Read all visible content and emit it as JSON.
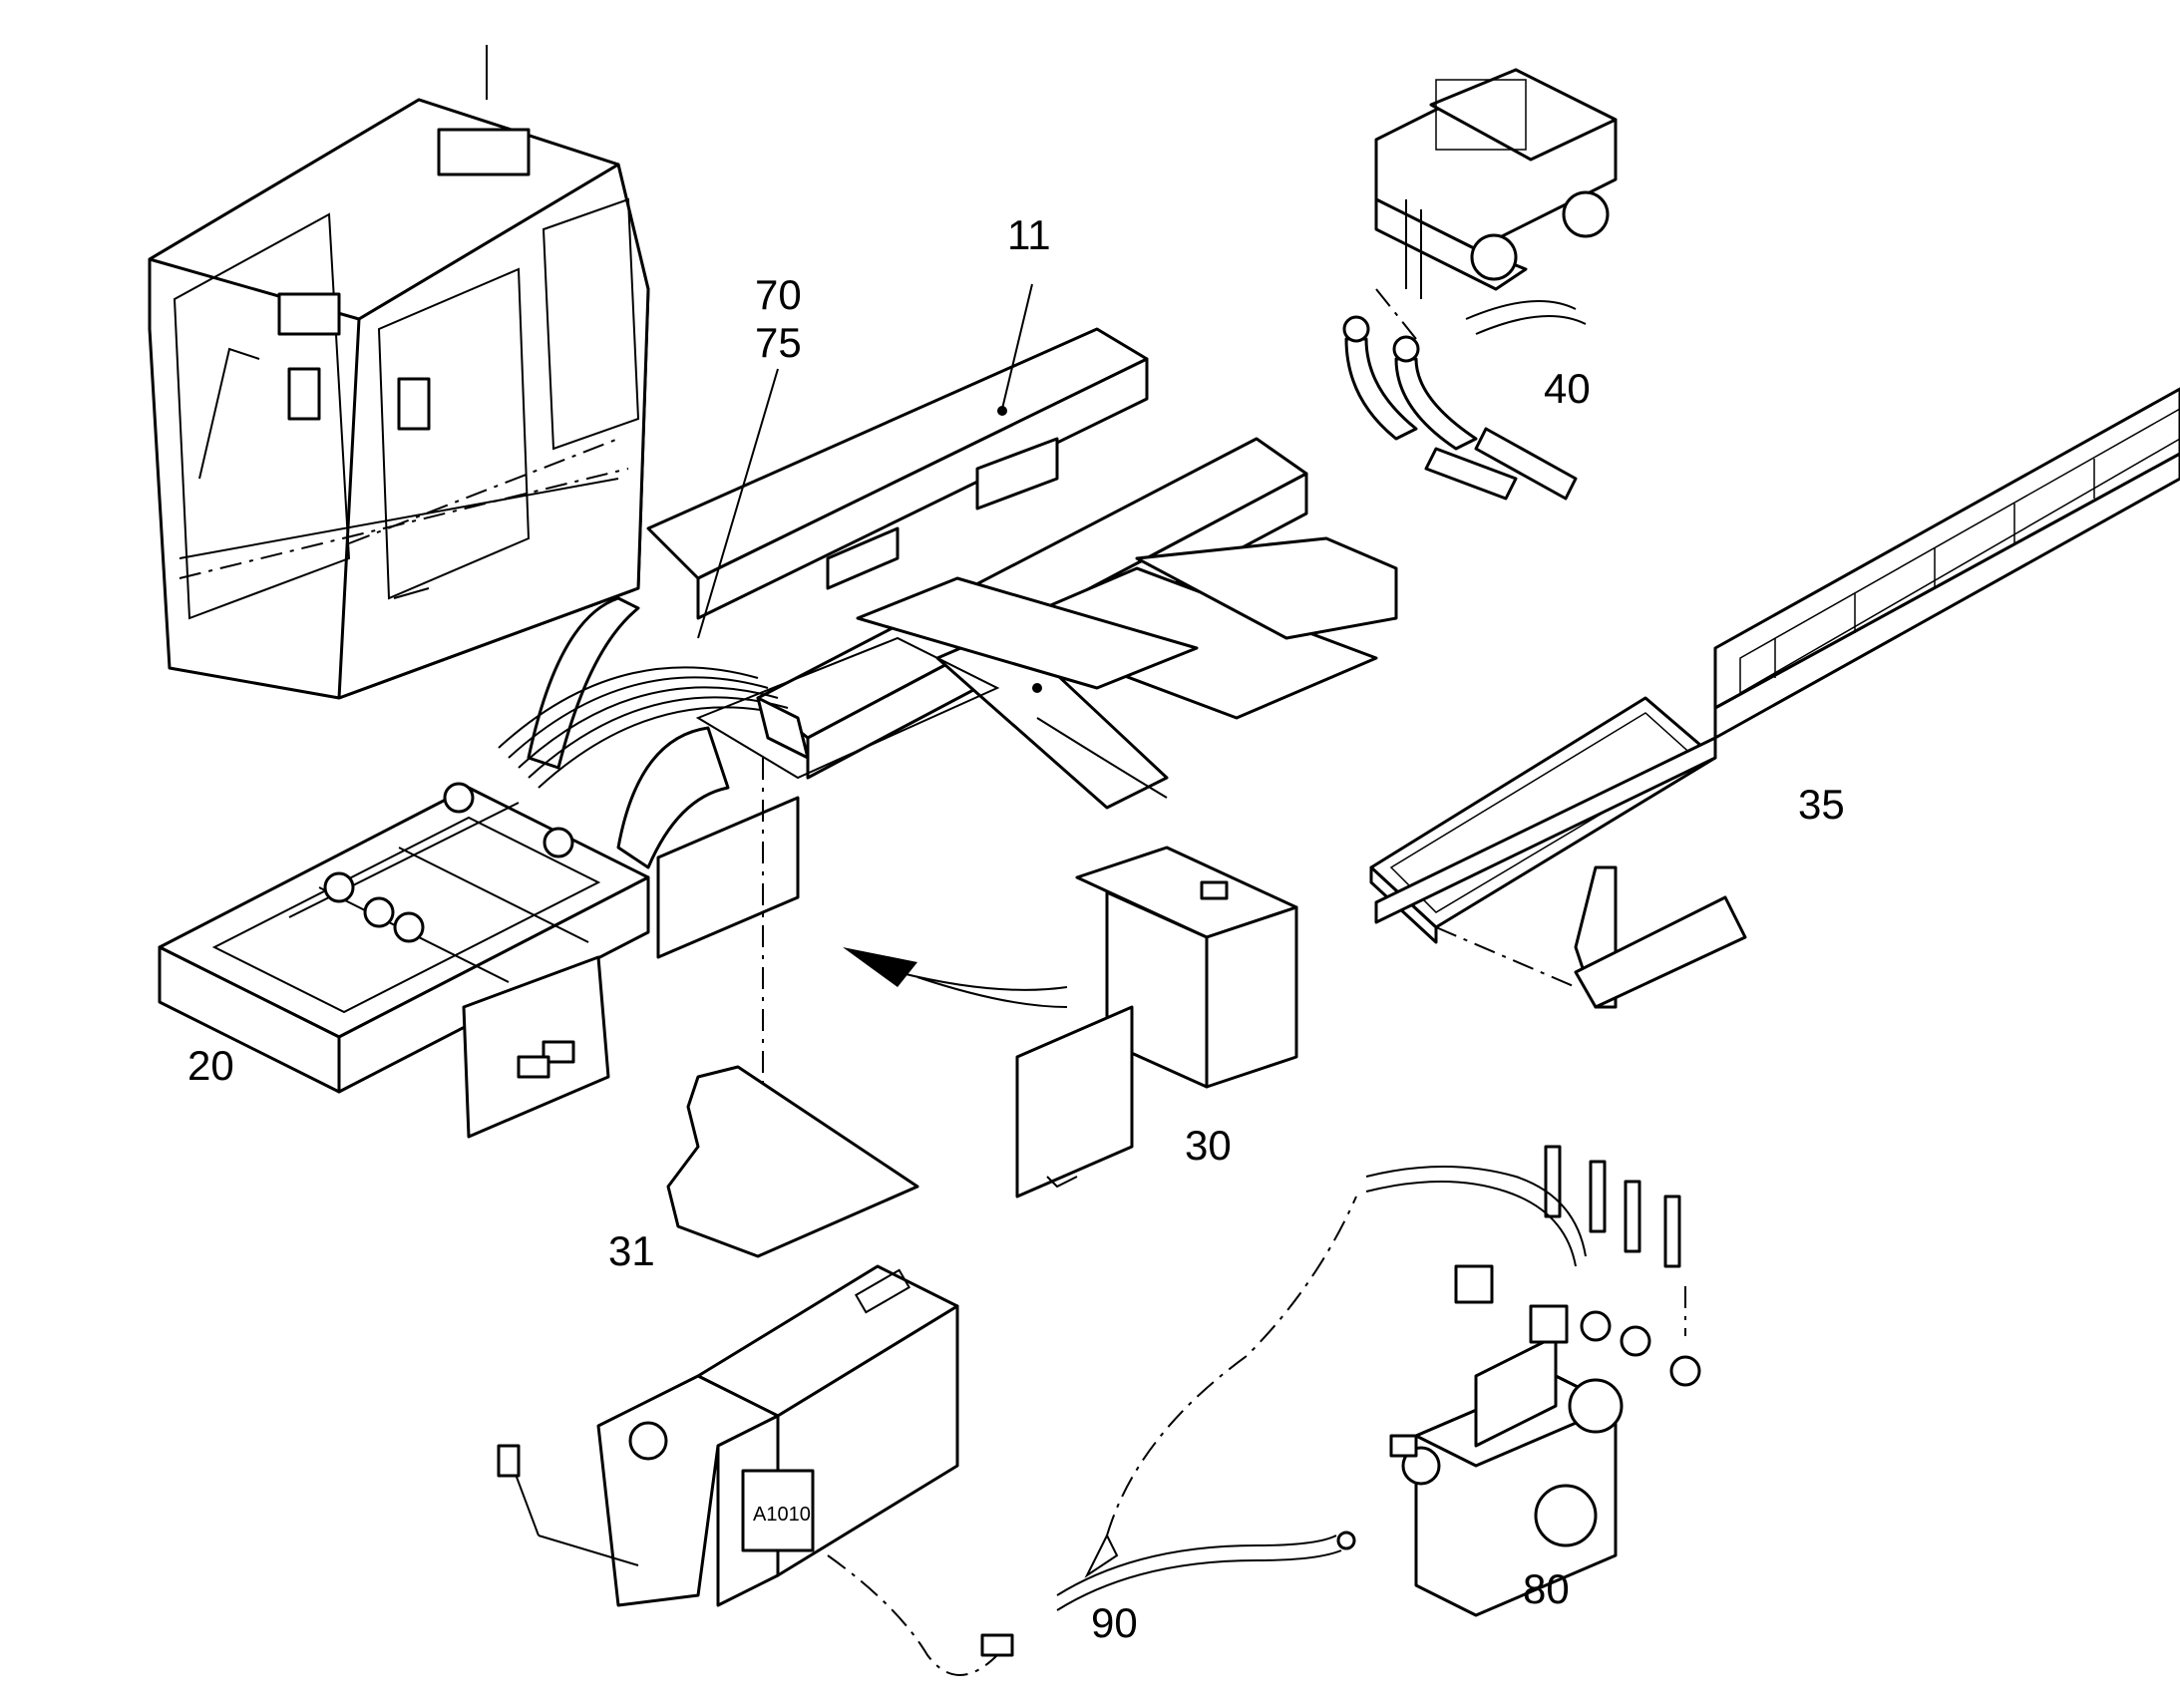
{
  "diagram": {
    "callouts": [
      {
        "id": "11",
        "label": "11"
      },
      {
        "id": "70",
        "label": "70"
      },
      {
        "id": "75",
        "label": "75"
      },
      {
        "id": "40",
        "label": "40"
      },
      {
        "id": "35",
        "label": "35"
      },
      {
        "id": "20",
        "label": "20"
      },
      {
        "id": "30",
        "label": "30"
      },
      {
        "id": "31",
        "label": "31"
      },
      {
        "id": "80",
        "label": "80"
      },
      {
        "id": "90",
        "label": "90"
      }
    ],
    "module_marking": "A1010"
  }
}
